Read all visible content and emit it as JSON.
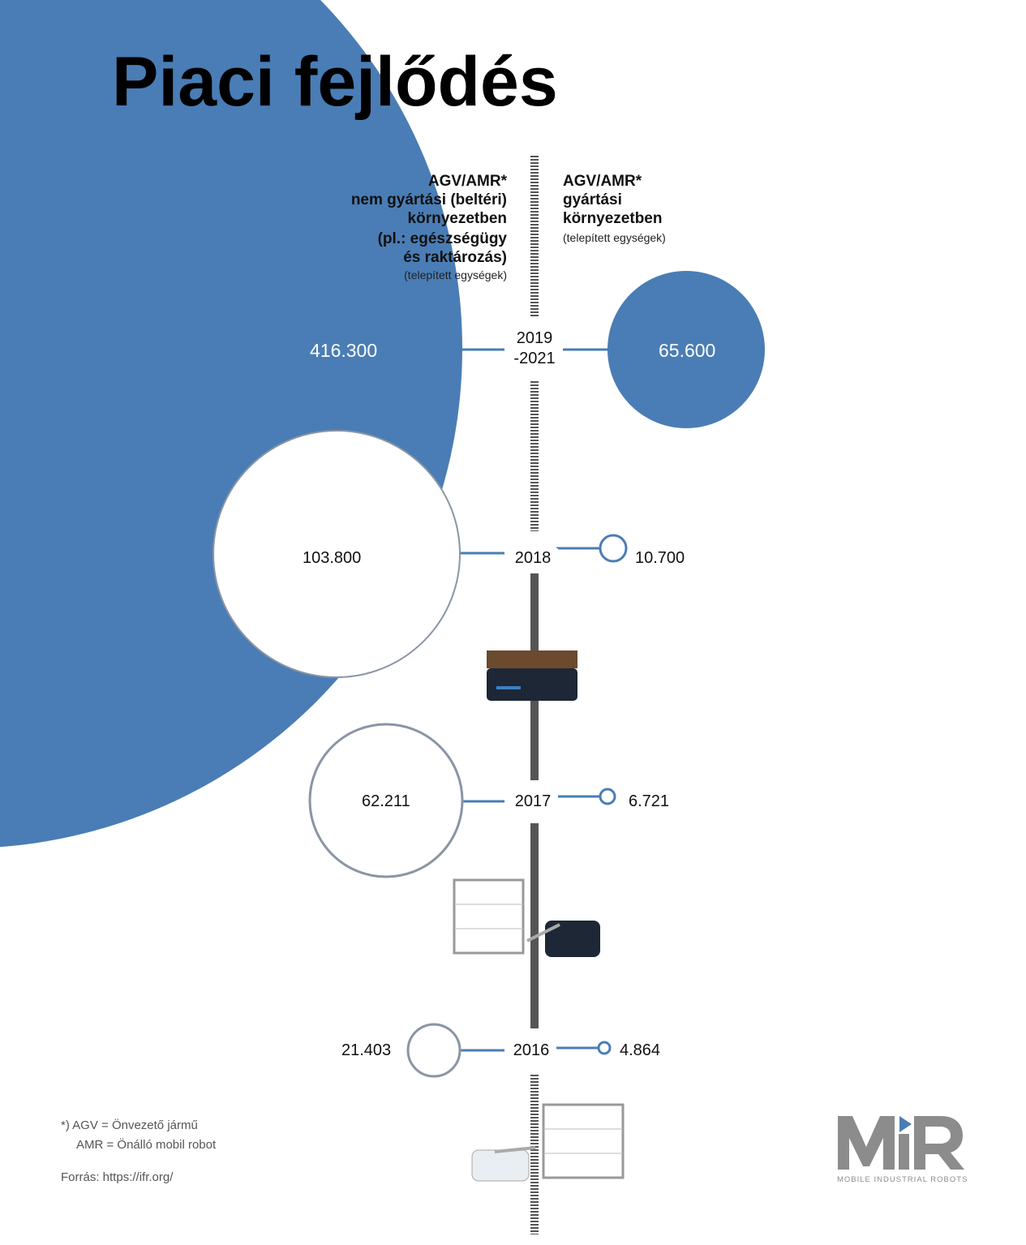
{
  "title": "Piaci fejlődés",
  "left_header": {
    "lines": [
      "AGV/AMR*",
      "nem gyártási (beltéri)",
      "környezetben",
      "(pl.: egészségügy",
      "és raktározás)"
    ],
    "unit": "(telepített egységek)"
  },
  "right_header": {
    "lines": [
      "AGV/AMR*",
      "gyártási",
      "környezetben"
    ],
    "unit": "(telepített egységek)"
  },
  "chart_data": {
    "type": "bubble-timeline",
    "categories": [
      "2019 -2021",
      "2018",
      "2017",
      "2016"
    ],
    "series": [
      {
        "name": "AGV/AMR nem gyártási (beltéri) környezetben",
        "values": [
          416300,
          103800,
          62211,
          21403
        ],
        "labels": [
          "416.300",
          "103.800",
          "62.211",
          "21.403"
        ]
      },
      {
        "name": "AGV/AMR gyártási környezetben",
        "values": [
          65600,
          10700,
          6721,
          4864
        ],
        "labels": [
          "65.600",
          "10.700",
          "6.721",
          "4.864"
        ]
      }
    ]
  },
  "years": {
    "y2019a": "2019",
    "y2019b": "-2021",
    "y2018": "2018",
    "y2017": "2017",
    "y2016": "2016"
  },
  "footnote": {
    "line1": "*)  AGV = Önvezető jármű",
    "line2": "AMR = Önálló mobil robot",
    "source": "Forrás: https://ifr.org/"
  },
  "logo": {
    "text": "MiR",
    "tagline": "MOBILE INDUSTRIAL ROBOTS"
  },
  "colors": {
    "accent": "#4a7db5",
    "circle_border": "#8a95a5",
    "bar": "#555555",
    "logo_grey": "#8c8c8c"
  }
}
